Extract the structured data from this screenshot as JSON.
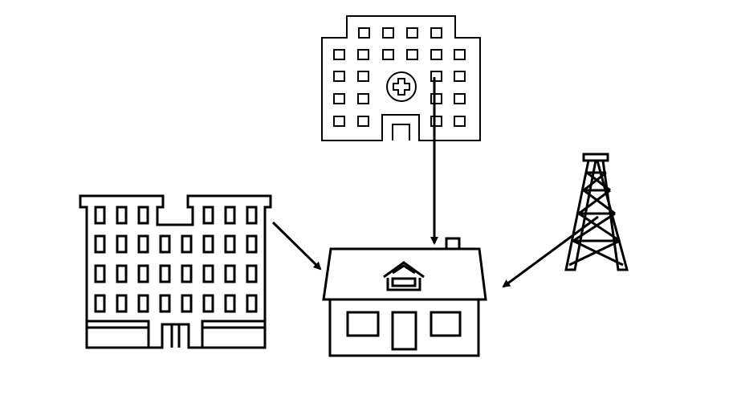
{
  "diagram": {
    "nodes": [
      {
        "id": "hospital",
        "icon": "hospital-icon"
      },
      {
        "id": "apartment",
        "icon": "apartment-building-icon"
      },
      {
        "id": "house",
        "icon": "house-icon"
      },
      {
        "id": "tower",
        "icon": "transmission-tower-icon"
      }
    ],
    "edges": [
      {
        "from": "hospital",
        "to": "house"
      },
      {
        "from": "apartment",
        "to": "house"
      },
      {
        "from": "tower",
        "to": "house"
      }
    ]
  },
  "colors": {
    "stroke": "#000000",
    "background": "#ffffff"
  }
}
